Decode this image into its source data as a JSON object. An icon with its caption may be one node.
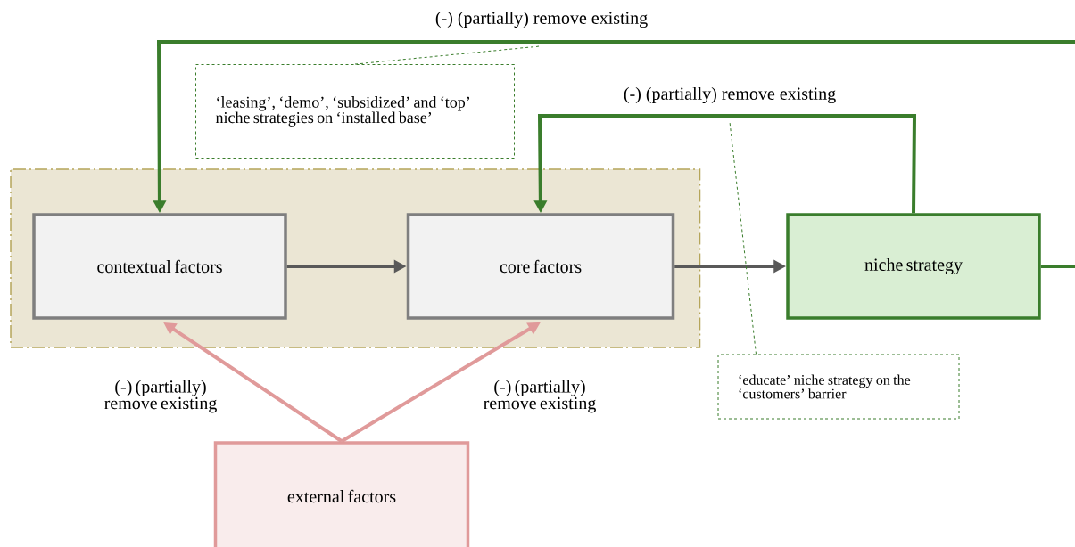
{
  "diagram": {
    "nodes": [
      {
        "text": [],
        "shape": "box"
      },
      {
        "text": [
          "contextual factors"
        ],
        "in": 0
      },
      {
        "text": [
          "core factors"
        ],
        "in": 0
      },
      {
        "text": [
          "niche strategy"
        ]
      },
      {
        "text": [
          "external factors"
        ]
      },
      {
        "text": [
          "‘leasing’, ‘demo’, ‘subsidized’ and ‘top’ niche strategies on ‘installed base’"
        ]
      },
      {
        "text": [
          "‘educate’ niche strategy on the ‘customers’ barrier"
        ]
      }
    ],
    "edges": [
      {
        "from": 1,
        "to": 2,
        "arrow": "to"
      },
      {
        "from": 2,
        "to": 3,
        "arrow": "to"
      },
      {
        "from": 3,
        "to": 1,
        "arrow": "to",
        "label": "(-) (partially) remove existing",
        "color": "#3a7d2c"
      },
      {
        "from": 3,
        "to": 2,
        "arrow": "to",
        "label": "(-) (partially) remove existing",
        "color": "#3a7d2c"
      },
      {
        "from": 4,
        "to": 1,
        "arrow": "to",
        "label": "(-) (partially) remove existing",
        "color": "#e09a9a"
      },
      {
        "from": 4,
        "to": 2,
        "arrow": "to",
        "label": "(-) (partially) remove existing",
        "color": "#e09a9a"
      },
      {
        "from": 5,
        "to": null,
        "arrow": "none",
        "style": "dashed",
        "color": "#3a7d2c"
      },
      {
        "from": 6,
        "to": null,
        "arrow": "none",
        "style": "dashed",
        "color": "#3a7d2c"
      }
    ]
  }
}
